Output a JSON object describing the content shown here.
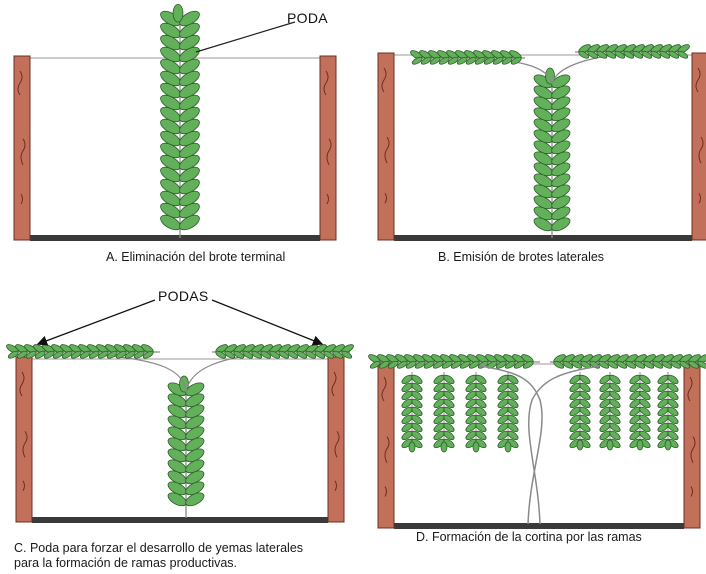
{
  "labels": {
    "poda": "PODA",
    "podas": "PODAS"
  },
  "captions": {
    "a": "A. Eliminación del brote terminal",
    "b": "B. Emisión de brotes laterales",
    "c_line1": "C. Poda para forzar el desarrollo de yemas laterales",
    "c_line2": "para la formación de ramas productivas.",
    "d": "D. Formación de la cortina por las ramas"
  },
  "colors": {
    "post": "#c2705a",
    "post_outline": "#6b2f22",
    "leaf": "#63b05a",
    "leaf_outline": "#2d5e2a",
    "stem": "#8a8a8a",
    "ground": "#3a3a3a",
    "wire": "#9a9a9a"
  },
  "icons": [
    "vine-plant-icon",
    "trellis-post-icon",
    "arrow-icon"
  ]
}
